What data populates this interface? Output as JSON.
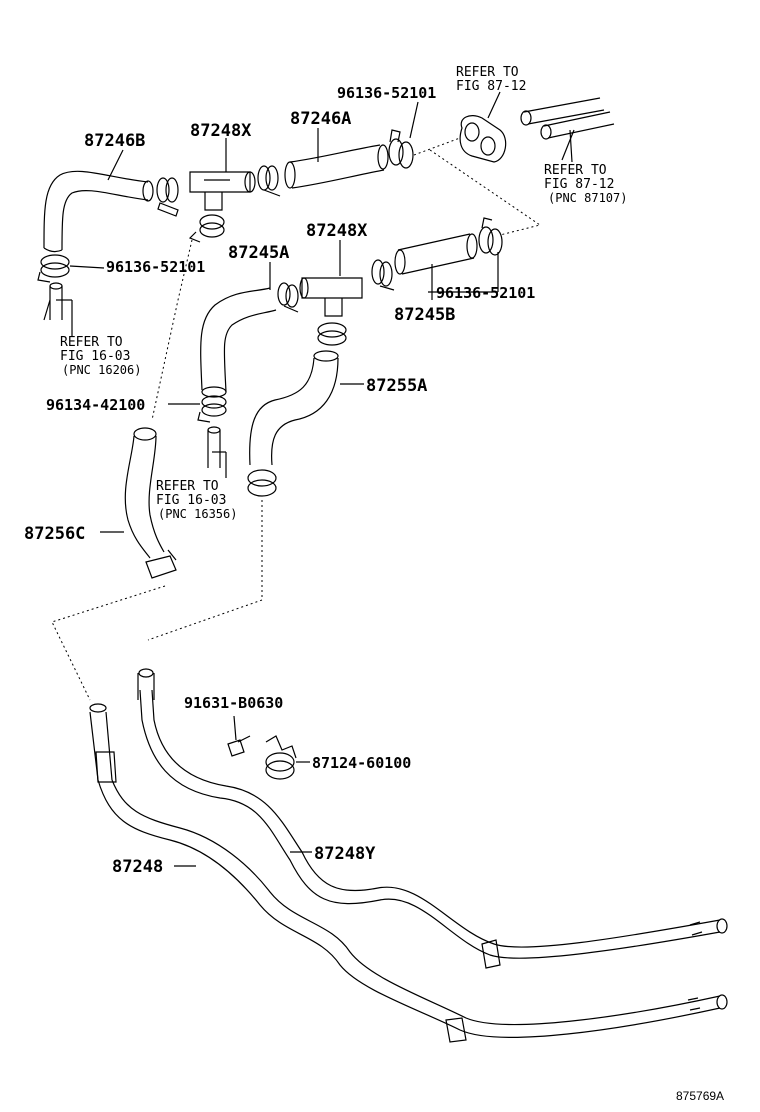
{
  "parts": {
    "p87246B": "87246B",
    "p87248X_top": "87248X",
    "p87246A": "87246A",
    "p96136_top": "96136-52101",
    "p96136_left": "96136-52101",
    "p87245A": "87245A",
    "p87248X_mid": "87248X",
    "p96136_right": "96136-52101",
    "p87245B": "87245B",
    "p87255A": "87255A",
    "p96134": "96134-42100",
    "p87256C": "87256C",
    "p91631": "91631-B0630",
    "p87124": "87124-60100",
    "p87248Y": "87248Y",
    "p87248": "87248"
  },
  "refs": {
    "ref_top_l1": "REFER TO",
    "ref_top_l2": "FIG 87-12",
    "ref_right_l1": "REFER TO",
    "ref_right_l2": "FIG 87-12",
    "ref_right_l3": "(PNC 87107)",
    "ref_left_l1": "REFER TO",
    "ref_left_l2": "FIG 16-03",
    "ref_left_l3": "(PNC 16206)",
    "ref_mid_l1": "REFER TO",
    "ref_mid_l2": "FIG 16-03",
    "ref_mid_l3": "(PNC 16356)"
  },
  "figure_code": "875769A"
}
